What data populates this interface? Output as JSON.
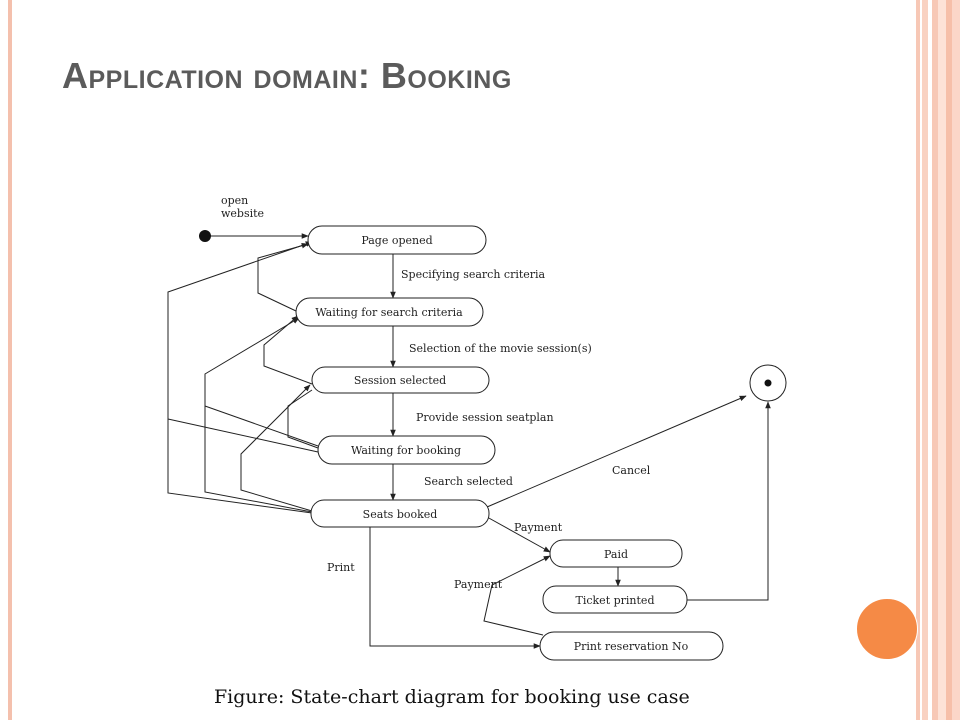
{
  "slide": {
    "title": "Application domain: Booking",
    "caption": "Figure: State-chart diagram for booking use case"
  },
  "colors": {
    "accent_orange": "#f58a46",
    "frame_pink": "#f4c0ad",
    "title_gray": "#5b5b5b"
  },
  "diagram": {
    "states": {
      "page_opened": "Page opened",
      "waiting_search": "Waiting for search criteria",
      "session_selected": "Session selected",
      "waiting_booking": "Waiting for booking",
      "seats_booked": "Seats booked",
      "paid": "Paid",
      "ticket_printed": "Ticket printed",
      "print_reservation": "Print reservation No"
    },
    "transitions": {
      "open_website": "open website",
      "specifying": "Specifying search criteria",
      "selection": "Selection of the movie session(s)",
      "provide": "Provide session seatplan",
      "search_selected": "Search selected",
      "cancel": "Cancel",
      "payment_1": "Payment",
      "payment_2": "Payment",
      "print": "Print"
    }
  }
}
